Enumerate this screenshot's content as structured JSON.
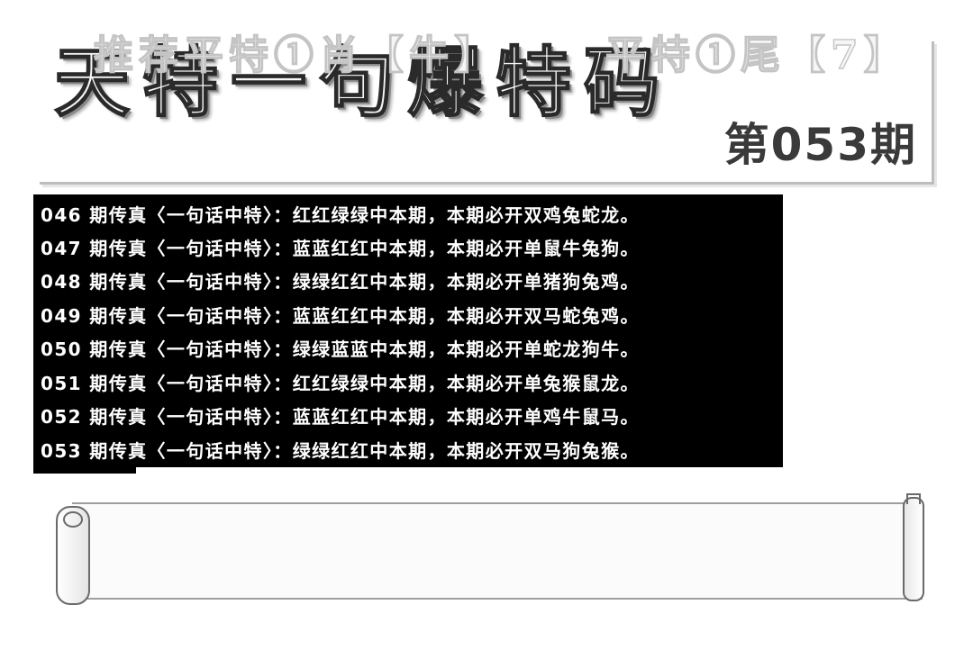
{
  "header": {
    "title": "天特一句爆特码",
    "issue": "第053期"
  },
  "history": [
    {
      "text": "046 期传真〈一句话中特〉：红红绿绿中本期，本期必开双鸡兔蛇龙。"
    },
    {
      "text": "047 期传真〈一句话中特〉：蓝蓝红红中本期，本期必开单鼠牛兔狗。"
    },
    {
      "text": "048 期传真〈一句话中特〉：绿绿红红中本期，本期必开单猪狗兔鸡。"
    },
    {
      "text": "049 期传真〈一句话中特〉：蓝蓝红红中本期，本期必开双马蛇兔鸡。"
    },
    {
      "text": "050 期传真〈一句话中特〉：绿绿蓝蓝中本期，本期必开单蛇龙狗牛。"
    },
    {
      "text": "051 期传真〈一句话中特〉：红红绿绿中本期，本期必开单兔猴鼠龙。"
    },
    {
      "text": "052 期传真〈一句话中特〉：蓝蓝红红中本期，本期必开单鸡牛鼠马。"
    },
    {
      "text": "053 期传真〈一句话中特〉：绿绿红红中本期，本期必开双马狗兔猴。"
    }
  ],
  "recommendation": {
    "zodiac_text": "推荐平特①肖【牛】",
    "tail_text": "平特①尾【7】"
  }
}
